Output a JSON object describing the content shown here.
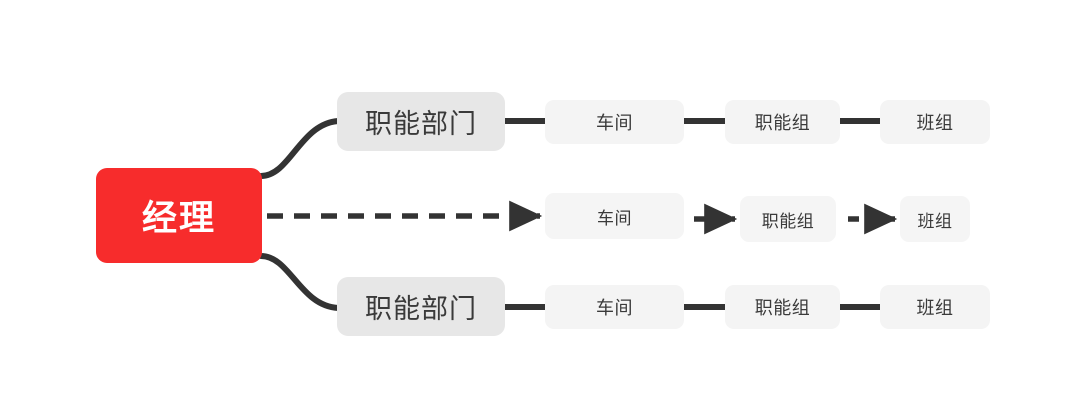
{
  "diagram": {
    "title": "经理",
    "background": "#ffffff",
    "accent_color": "#f72c2c",
    "node_color": "#e7e7e7",
    "sub_node_color": "#f4f4f4",
    "line_color": "#333333",
    "root": {
      "label": "经理"
    },
    "rows": {
      "top": {
        "connector": "solid",
        "nodes": [
          {
            "label": "职能部门"
          },
          {
            "label": "车间"
          },
          {
            "label": "职能组"
          },
          {
            "label": "班组"
          }
        ]
      },
      "middle": {
        "connector": "dashed-arrow",
        "nodes": [
          {
            "label": "车间"
          },
          {
            "label": "职能组"
          },
          {
            "label": "班组"
          }
        ]
      },
      "bottom": {
        "connector": "solid",
        "nodes": [
          {
            "label": "职能部门"
          },
          {
            "label": "车间"
          },
          {
            "label": "职能组"
          },
          {
            "label": "班组"
          }
        ]
      }
    }
  }
}
